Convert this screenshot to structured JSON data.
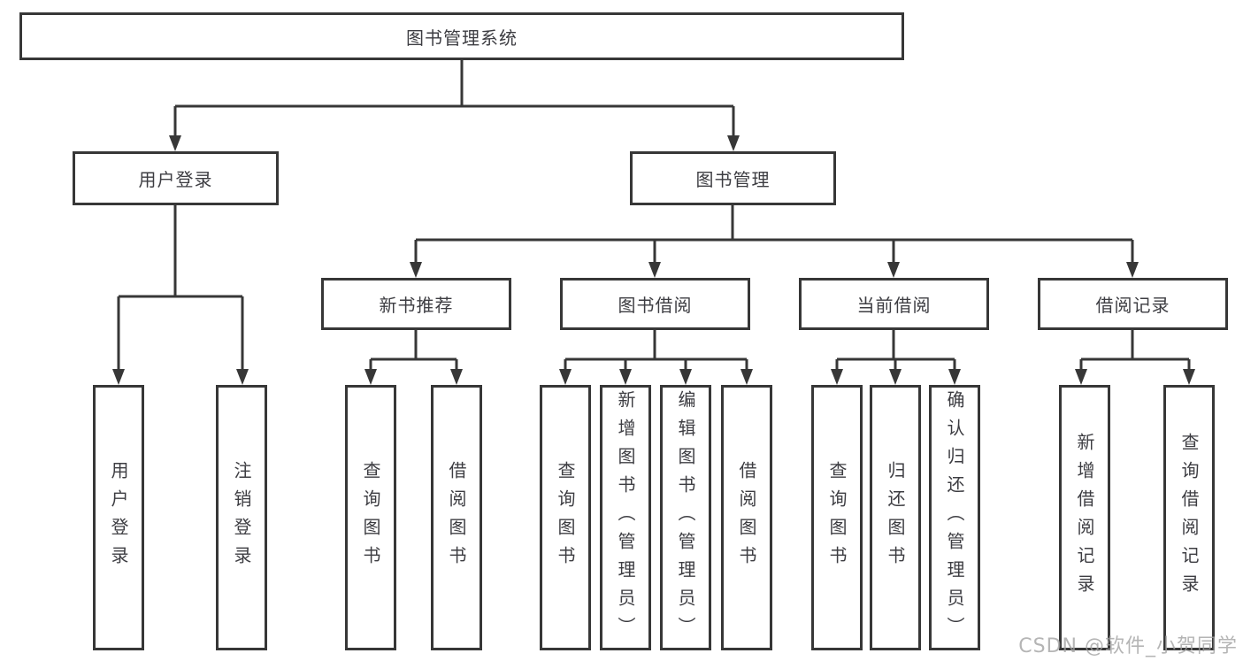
{
  "tree": {
    "label": "图书管理系统",
    "children": [
      {
        "label": "用户登录",
        "children": [
          {
            "label": "用户登录"
          },
          {
            "label": "注销登录"
          }
        ]
      },
      {
        "label": "图书管理",
        "children": [
          {
            "label": "新书推荐",
            "children": [
              {
                "label": "查询图书"
              },
              {
                "label": "借阅图书"
              }
            ]
          },
          {
            "label": "图书借阅",
            "children": [
              {
                "label": "查询图书"
              },
              {
                "label": "新增图书（管理员）"
              },
              {
                "label": "编辑图书（管理员）"
              },
              {
                "label": "借阅图书"
              }
            ]
          },
          {
            "label": "当前借阅",
            "children": [
              {
                "label": "查询图书"
              },
              {
                "label": "归还图书"
              },
              {
                "label": "确认归还（管理员）"
              }
            ]
          },
          {
            "label": "借阅记录",
            "children": [
              {
                "label": "新增借阅记录"
              },
              {
                "label": "查询借阅记录"
              }
            ]
          }
        ]
      }
    ]
  },
  "watermark": {
    "text": "CSDN @软件_小贺同学"
  },
  "colors": {
    "line": "#373737",
    "box_border": "#373737",
    "text": "#3d3d42",
    "background": "#ffffff",
    "watermark": "#a0a0a0"
  }
}
